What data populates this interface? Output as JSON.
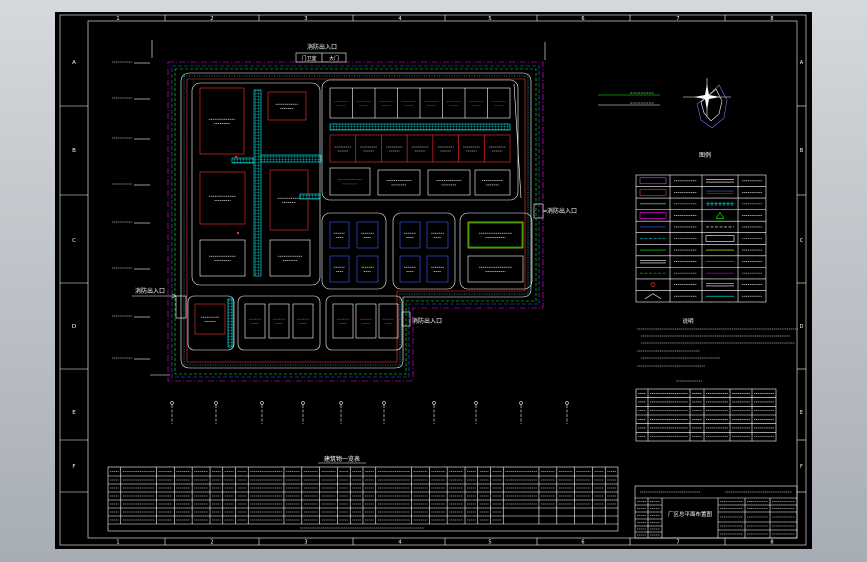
{
  "colors": {
    "white": "#ffffff",
    "red": "#ff3030",
    "magenta": "#ff00ff",
    "cyan": "#00ffff",
    "green": "#00ff00",
    "blue": "#3a5cff",
    "yellow": "#ffff00",
    "purple": "#a060ff",
    "gray": "#8a8a8a"
  },
  "sheet": {
    "columns": [
      "1",
      "2",
      "3",
      "4",
      "5",
      "6",
      "7",
      "8"
    ],
    "rows": [
      "A",
      "B",
      "C",
      "D",
      "E",
      "F"
    ]
  },
  "site_plan": {
    "top_entrance": "消防出入口",
    "guard_room": "门卫室",
    "main_gate": "大门",
    "west_entrance": "消防出入口",
    "east_entrance": "消防出入口",
    "southeast_entrance": "消防出入口"
  },
  "legend": {
    "title": "图例"
  },
  "notes": {
    "title": "说明"
  },
  "building_schedule": {
    "title": "建筑物一览表"
  },
  "title_block": {
    "drawing_title": "厂区总平面布置图"
  },
  "icons": {
    "north_arrow": "compass-rose-icon",
    "wind_rose": "wind-rose-icon"
  }
}
